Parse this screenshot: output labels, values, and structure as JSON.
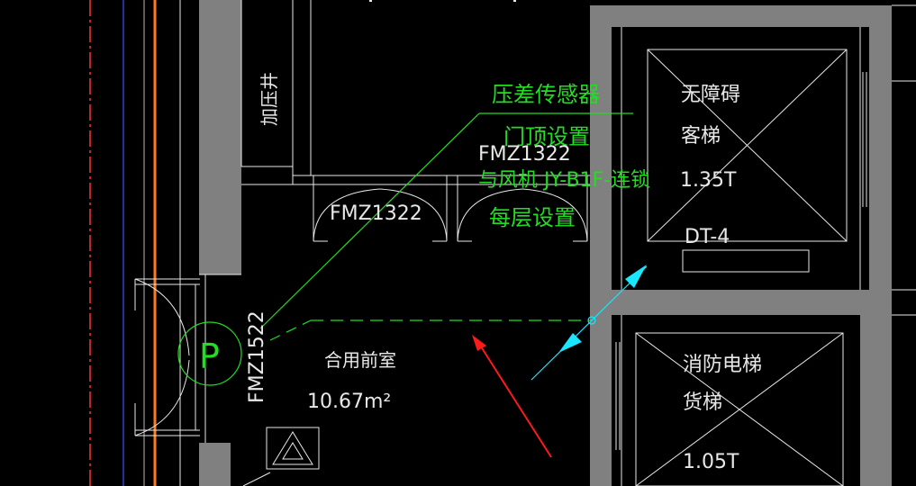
{
  "labels": {
    "pressurize_shaft": "加压井",
    "sensor_title": "压差传感器",
    "sensor_line1": "门顶设置",
    "sensor_line2": "与风机 JY-B1F-连锁",
    "sensor_line3": "每层设置",
    "door_left": "FMZ1322",
    "door_right": "FMZ1322",
    "door_vertical": "FMZ1522",
    "room_name": "合用前室",
    "room_area": "10.67m²",
    "elevator1_line1": "无障碍",
    "elevator1_line2": "客梯",
    "elevator1_load": "1.35T",
    "elevator1_code": "DT-4",
    "elevator2_line1": "消防电梯",
    "elevator2_line2": "货梯",
    "elevator2_load": "1.05T",
    "sensor_symbol": "P"
  },
  "colors": {
    "background": "#000000",
    "wall": "#808080",
    "linework": "#e8e8e8",
    "annotation": "#22dd22",
    "axis_red": "#ff3030",
    "axis_orange": "#ff7a1a",
    "axis_blue": "#3355ff",
    "arrow_cyan": "#19e6ff",
    "marker_red": "#ff1a1a"
  }
}
